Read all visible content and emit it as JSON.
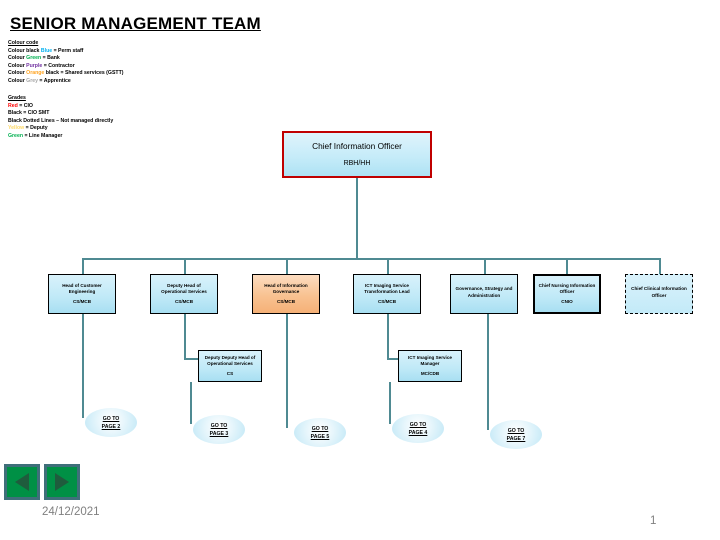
{
  "slide": {
    "title": "SENIOR MANAGEMENT TEAM",
    "footer_date": "24/12/2021",
    "page_number": "1"
  },
  "legend_colour": {
    "heading": "Colour code",
    "rows": [
      {
        "prefix": "Colour black ",
        "swatch": "Blue",
        "swatch_color": "#00b0f0",
        "suffix": " = Perm staff"
      },
      {
        "prefix": "Colour ",
        "swatch": "Green",
        "swatch_color": "#00b050",
        "suffix": " = Bank"
      },
      {
        "prefix": "Colour ",
        "swatch": "Purple",
        "swatch_color": "#7030a0",
        "suffix": " = Contractor"
      },
      {
        "prefix": "Colour ",
        "swatch": "Orange",
        "swatch_color": "#ffa422",
        "suffix": " black = Shared services (GSTT)"
      },
      {
        "prefix": "Colour ",
        "swatch": "Grey",
        "swatch_color": "#a6a6a6",
        "suffix": " = Apprentice"
      }
    ]
  },
  "legend_grades": {
    "heading": "Grades",
    "rows": [
      {
        "swatch": "Red",
        "swatch_color": "#ff0000",
        "suffix": " = CIO"
      },
      {
        "swatch": "Black",
        "swatch_color": "#000000",
        "suffix": " = CIO SMT"
      },
      {
        "swatch": "Black",
        "swatch_color": "#000000",
        "suffix": " Dotted Lines – Not managed directly"
      },
      {
        "swatch": "Yellow",
        "swatch_color": "#ffd966",
        "suffix": " = Deputy"
      },
      {
        "swatch": "Green",
        "swatch_color": "#00b050",
        "suffix": " = Line Manager"
      }
    ]
  },
  "org": {
    "root": {
      "title": "Chief Information Officer",
      "initials": "RBH/HH"
    },
    "tier1": [
      {
        "title": "Head of Customer Engineering",
        "initials": "CS/MCB"
      },
      {
        "title": "Deputy Head of Operational Services",
        "initials": "CS/MCB"
      },
      {
        "title": "Head of Information Governance",
        "initials": "CS/MCB"
      },
      {
        "title": "ICT Imaging Service Transformation Lead",
        "initials": "CS/MCB"
      },
      {
        "title": "Governance, Strategy and Administration",
        "initials": ""
      },
      {
        "title": "Chief Nursing Information Officer",
        "initials": "CNIO"
      },
      {
        "title": "Chief Clinical Information Officer",
        "initials": ""
      }
    ],
    "tier2": [
      {
        "title": "Deputy Deputy Head of Operational Services",
        "initials": "CS"
      },
      {
        "title": "ICT Imaging Service Manager",
        "initials": "MC/CDB"
      }
    ]
  },
  "goto_links": [
    {
      "line1": "GO TO",
      "line2": "PAGE 2"
    },
    {
      "line1": "GO TO",
      "line2": "PAGE 3"
    },
    {
      "line1": "GO TO",
      "line2": "PAGE 5"
    },
    {
      "line1": "GO TO",
      "line2": "PAGE 4"
    },
    {
      "line1": "GO TO",
      "line2": "PAGE 7"
    }
  ],
  "nav": {
    "prev_label": "previous-slide",
    "next_label": "next-slide"
  }
}
